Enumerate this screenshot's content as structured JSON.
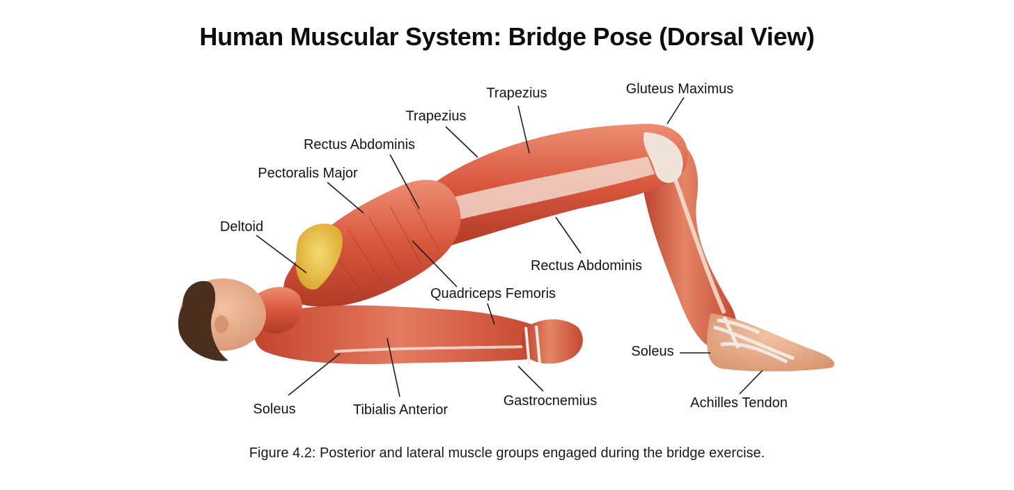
{
  "title": "Human Muscular System: Bridge Pose (Dorsal View)",
  "caption": "Figure 4.2: Posterior and lateral muscle groups engaged during the bridge exercise.",
  "labels": {
    "trapezius_upper": "Trapezius",
    "gluteus_maximus": "Gluteus Maximus",
    "trapezius_lower": "Trapezius",
    "rectus_abdominis_upper": "Rectus Abdominis",
    "pectoralis_major": "Pectoralis Major",
    "deltoid": "Deltoid",
    "rectus_abdominis_lower": "Rectus Abdominis",
    "quadriceps_femoris": "Quadriceps Femoris",
    "soleus_right": "Soleus",
    "soleus_left": "Soleus",
    "tibialis_anterior": "Tibialis Anterior",
    "gastrocnemius": "Gastrocnemius",
    "achilles_tendon": "Achilles Tendon"
  },
  "colors": {
    "muscle": "#d9573f",
    "muscle_light": "#f0a58a",
    "muscle_dark": "#a8321f",
    "tendon": "#f3ece6",
    "fat_pad": "#e9c24a",
    "skin": "#e9b091",
    "hair": "#4a2f1e"
  }
}
